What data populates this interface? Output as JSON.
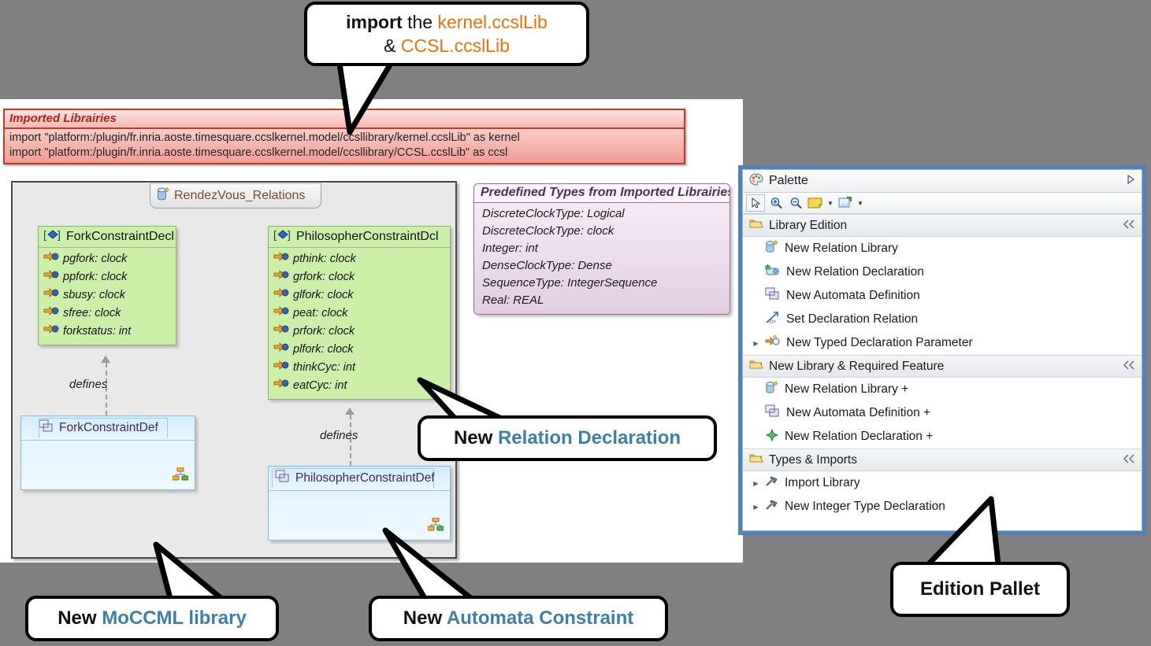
{
  "callouts": {
    "import": {
      "line1_bold": "import",
      "line1_plain": " the ",
      "line1_accent": "kernel.ccslLib",
      "line2_plain": "& ",
      "line2_accent": "CCSL.ccslLib"
    },
    "relation_declaration": {
      "prefix": "New ",
      "accent": "Relation Declaration"
    },
    "moccml_library": {
      "prefix": "New ",
      "accent": "MoCCML library"
    },
    "automata_constraint": {
      "prefix": "New ",
      "accent": "Automata Constraint"
    },
    "edition_pallet": {
      "text": "Edition Pallet"
    }
  },
  "imported_libraries": {
    "title": "Imported Librairies",
    "lines": [
      "import \"platform:/plugin/fr.inria.aoste.timesquare.ccslkernel.model/ccsllibrary/kernel.ccslLib\" as kernel",
      "import \"platform:/plugin/fr.inria.aoste.timesquare.ccslkernel.model/ccsllibrary/CCSL.ccslLib\" as ccsl"
    ]
  },
  "diagram": {
    "tab_label": "RendezVous_Relations",
    "tab_icon": "relation-library-icon",
    "defines_label": "defines",
    "declarations": [
      {
        "name": "ForkConstraintDecl",
        "icon": "diamond-bracket-icon",
        "items": [
          "pgfork: clock",
          "ppfork: clock",
          "sbusy: clock",
          "sfree: clock",
          "forkstatus: int"
        ]
      },
      {
        "name": "PhilosopherConstraintDcl",
        "icon": "diamond-bracket-icon",
        "items": [
          "pthink: clock",
          "grfork: clock",
          "glfork: clock",
          "peat: clock",
          "prfork: clock",
          "plfork: clock",
          "thinkCyc: int",
          "eatCyc: int"
        ]
      }
    ],
    "definitions": [
      {
        "name": "ForkConstraintDef",
        "icon": "automata-definition-icon",
        "corner_icon": "hierarchy-icon"
      },
      {
        "name": "PhilosopherConstraintDef",
        "icon": "automata-definition-icon",
        "corner_icon": "hierarchy-icon"
      }
    ]
  },
  "predefined_types": {
    "title": "Predefined Types from Imported Librairies",
    "lines": [
      "DiscreteClockType: Logical",
      "DiscreteClockType: clock",
      "Integer: int",
      "DenseClockType: Dense",
      "SequenceType: IntegerSequence",
      "Real: REAL"
    ]
  },
  "palette": {
    "title": "Palette",
    "title_icon": "palette-icon",
    "expand_icon": "triangle-right-icon",
    "toolbar": [
      {
        "icon": "select-arrow-icon",
        "selected": true,
        "caret": false
      },
      {
        "icon": "zoom-in-icon",
        "selected": false,
        "caret": false
      },
      {
        "icon": "zoom-out-icon",
        "selected": false,
        "caret": false
      },
      {
        "icon": "note-icon",
        "selected": false,
        "caret": true
      },
      {
        "icon": "note-attachment-icon",
        "selected": false,
        "caret": true
      }
    ],
    "sections": [
      {
        "label": "Library Edition",
        "icon": "folder-open-icon",
        "collapse_icon": "collapse-icon",
        "items": [
          {
            "label": "New Relation Library",
            "icon": "relation-library-icon",
            "has_arrow": false
          },
          {
            "label": "New Relation Declaration",
            "icon": "relation-declaration-icon",
            "has_arrow": false
          },
          {
            "label": "New Automata Definition",
            "icon": "automata-definition-icon",
            "has_arrow": false
          },
          {
            "label": "Set Declaration Relation",
            "icon": "set-relation-icon",
            "has_arrow": false
          },
          {
            "label": "New Typed Declaration Parameter",
            "icon": "typed-parameter-icon",
            "has_arrow": true
          }
        ]
      },
      {
        "label": "New Library & Required Feature",
        "icon": "folder-open-icon",
        "collapse_icon": "collapse-icon",
        "items": [
          {
            "label": "New Relation Library +",
            "icon": "relation-library-icon",
            "has_arrow": false
          },
          {
            "label": "New Automata Definition +",
            "icon": "automata-definition-icon",
            "has_arrow": false
          },
          {
            "label": "New Relation Declaration +",
            "icon": "green-diamond-icon",
            "has_arrow": false
          }
        ]
      },
      {
        "label": "Types & Imports",
        "icon": "folder-open-icon",
        "collapse_icon": "collapse-icon",
        "items": [
          {
            "label": "Import Library",
            "icon": "hammer-icon",
            "has_arrow": true
          },
          {
            "label": "New Integer Type Declaration",
            "icon": "hammer-icon",
            "has_arrow": true
          }
        ]
      }
    ]
  },
  "colors": {
    "background": "#808080",
    "panel": "#ffffff",
    "accent_orange": "#e8730c",
    "accent_blue": "#3d7fa8",
    "palette_border": "#4f81bd",
    "decl_green": "#ccf0a8",
    "def_blue": "#ddf1fc",
    "imported_red": "#c0392b",
    "predef_purple": "#9c6b9c"
  }
}
